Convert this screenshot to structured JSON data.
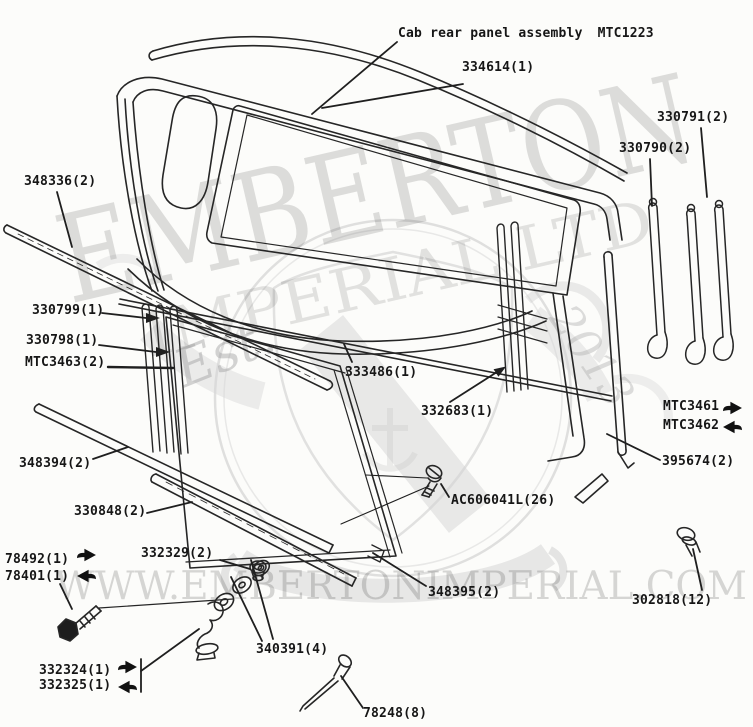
{
  "title": {
    "text": "Cab rear panel assembly",
    "code": "MTC1223"
  },
  "watermark": {
    "brand_top": "EMBERTON",
    "brand_bottom": "IMPERIAL LTD",
    "crest_est": "Est.",
    "crest_year": "2013",
    "website": "WWW.EMBERTONIMPERIAL.COM"
  },
  "parts": [
    {
      "id": "334614",
      "qty": "1",
      "label": "334614(1)"
    },
    {
      "id": "330791",
      "qty": "2",
      "label": "330791(2)"
    },
    {
      "id": "330790",
      "qty": "2",
      "label": "330790(2)"
    },
    {
      "id": "348336",
      "qty": "2",
      "label": "348336(2)"
    },
    {
      "id": "330799",
      "qty": "1",
      "label": "330799(1)"
    },
    {
      "id": "330798",
      "qty": "1",
      "label": "330798(1)"
    },
    {
      "id": "MTC3463",
      "qty": "2",
      "label": "MTC3463(2)"
    },
    {
      "id": "333486",
      "qty": "1",
      "label": "333486(1)"
    },
    {
      "id": "332683",
      "qty": "1",
      "label": "332683(1)"
    },
    {
      "id": "MTC3461",
      "label": "MTC3461",
      "arrow": "right"
    },
    {
      "id": "MTC3462",
      "label": "MTC3462",
      "arrow": "left"
    },
    {
      "id": "395674",
      "qty": "2",
      "label": "395674(2)"
    },
    {
      "id": "348394",
      "qty": "2",
      "label": "348394(2)"
    },
    {
      "id": "AC606041L",
      "qty": "26",
      "label": "AC606041L(26)"
    },
    {
      "id": "330848",
      "qty": "2",
      "label": "330848(2)"
    },
    {
      "id": "78492",
      "qty": "1",
      "label": "78492(1)",
      "arrow": "right"
    },
    {
      "id": "78401",
      "qty": "1",
      "label": "78401(1)",
      "arrow": "left"
    },
    {
      "id": "332329",
      "qty": "2",
      "label": "332329(2)"
    },
    {
      "id": "348395",
      "qty": "2",
      "label": "348395(2)"
    },
    {
      "id": "302818",
      "qty": "12",
      "label": "302818(12)"
    },
    {
      "id": "340391",
      "qty": "4",
      "label": "340391(4)"
    },
    {
      "id": "332324",
      "qty": "1",
      "label": "332324(1)",
      "arrow": "right"
    },
    {
      "id": "332325",
      "qty": "1",
      "label": "332325(1)",
      "arrow": "left"
    },
    {
      "id": "78248",
      "qty": "8",
      "label": "78248(8)"
    }
  ]
}
